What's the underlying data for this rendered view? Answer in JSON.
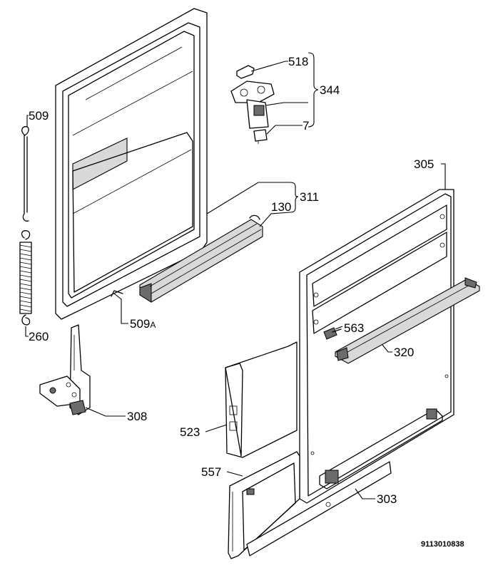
{
  "labels": {
    "p518": "518",
    "p344": "344",
    "p7": "7",
    "p509": "509",
    "p260": "260",
    "p311": "311",
    "p130": "130",
    "p509a_num": "509",
    "p509a_suffix": "A",
    "p305": "305",
    "p563": "563",
    "p320": "320",
    "p308": "308",
    "p523": "523",
    "p557": "557",
    "p303": "303"
  },
  "document_number": "9113010838"
}
